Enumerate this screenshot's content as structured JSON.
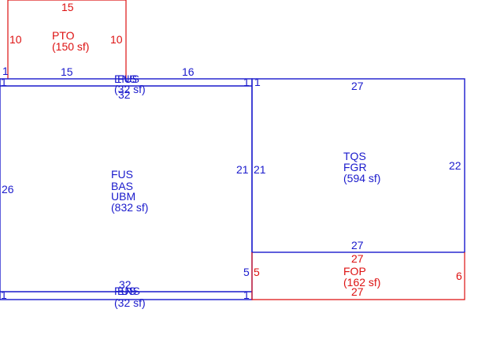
{
  "areas": {
    "pto": {
      "code": "PTO",
      "area": "(150 sf)",
      "top": "15",
      "left": "10",
      "right": "10",
      "color": "#dd1111"
    },
    "main": {
      "codes": [
        "FUS",
        "BAS",
        "UBM"
      ],
      "area": "(832 sf)",
      "top_seg_a": "15",
      "top_seg_b": "16",
      "left": "26",
      "right": "21",
      "bottom_right": "5",
      "color": "#1a1acc"
    },
    "tqs": {
      "codes": [
        "TQS",
        "FGR"
      ],
      "area": "(594 sf)",
      "top": "27",
      "bottom": "27",
      "left": "21",
      "right": "22",
      "color": "#1a1acc"
    },
    "fop": {
      "code": "FOP",
      "area": "(162 sf)",
      "top": "27",
      "bottom": "27",
      "left": "5",
      "right": "6",
      "color": "#dd1111"
    },
    "strip_top": {
      "codes": [
        "ENS",
        "FUS"
      ],
      "area": "(32 sf)",
      "length": "32",
      "end_left": "1",
      "end_right": "1",
      "end_tqs": "1",
      "corner": "1"
    },
    "strip_bottom": {
      "codes": [
        "FUS",
        "ENS"
      ],
      "area": "(32 sf)",
      "length": "32",
      "end_left": "1",
      "end_right": "1"
    }
  }
}
